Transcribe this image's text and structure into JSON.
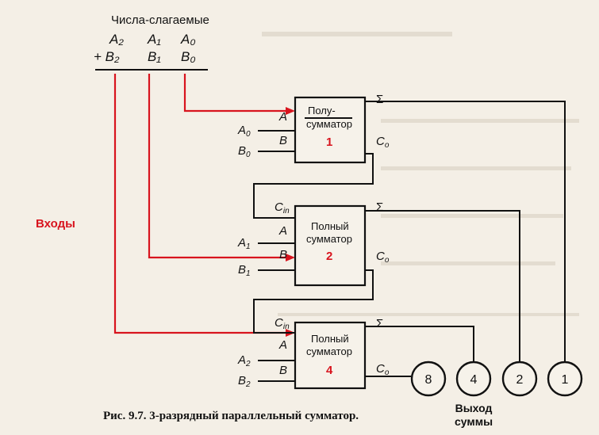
{
  "header": {
    "title": "Числа-слагаемые",
    "row_a": [
      "A₂",
      "A₁",
      "A₀"
    ],
    "row_b": [
      "+ B₂",
      "B₁",
      "B₀"
    ]
  },
  "inputs_label": "Входы",
  "blocks": [
    {
      "name_line1": "Полу-",
      "name_line2": "сумматор",
      "number": "1",
      "port_a": "A",
      "port_b": "B",
      "port_sum": "Σ",
      "port_cout": "C",
      "cout_sub": "o",
      "input_a": "A",
      "input_a_sub": "0",
      "input_b": "B",
      "input_b_sub": "0"
    },
    {
      "name_line1": "Полный",
      "name_line2": "сумматор",
      "number": "2",
      "port_cin": "C",
      "cin_sub": "in",
      "port_a": "A",
      "port_b": "B",
      "port_sum": "Σ",
      "port_cout": "C",
      "cout_sub": "o",
      "input_a": "A",
      "input_a_sub": "1",
      "input_b": "B",
      "input_b_sub": "1"
    },
    {
      "name_line1": "Полный",
      "name_line2": "сумматор",
      "number": "4",
      "port_cin": "C",
      "cin_sub": "in",
      "port_a": "A",
      "port_b": "B",
      "port_sum": "Σ",
      "port_cout": "C",
      "cout_sub": "o",
      "input_a": "A",
      "input_a_sub": "2",
      "input_b": "B",
      "input_b_sub": "2"
    }
  ],
  "outputs": [
    "8",
    "4",
    "2",
    "1"
  ],
  "output_label": {
    "line1": "Выход",
    "line2": "суммы"
  },
  "caption": "Рис. 9.7. 3-разрядный параллельный сумматор.",
  "colors": {
    "accent": "#d8141e",
    "ink": "#111111",
    "paper": "#f4efe6"
  }
}
